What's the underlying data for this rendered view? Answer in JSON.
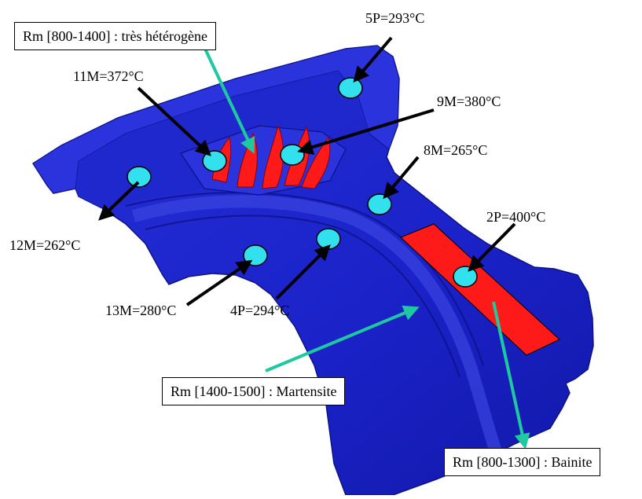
{
  "colors": {
    "part": "#1a22c8",
    "part_dark": "#0d1285",
    "part_light": "#3a44e0",
    "heterogeneous_zone": "#ff1a1a",
    "bainite_zone": "#ff1a1a",
    "probe": "#33e0ee",
    "leader": "#000000",
    "zone_arrow": "#1fc9a0"
  },
  "zones": {
    "heterogeneous": "Rm [800-1400] : très hétérogène",
    "martensite": "Rm [1400-1500] : Martensite",
    "bainite": "Rm [800-1300] : Bainite"
  },
  "probes": {
    "p5": "5P=293°C",
    "m11": "11M=372°C",
    "m9": "9M=380°C",
    "m8": "8M=265°C",
    "p2": "2P=400°C",
    "m12": "12M=262°C",
    "m13": "13M=280°C",
    "p4": "4P=294°C"
  }
}
